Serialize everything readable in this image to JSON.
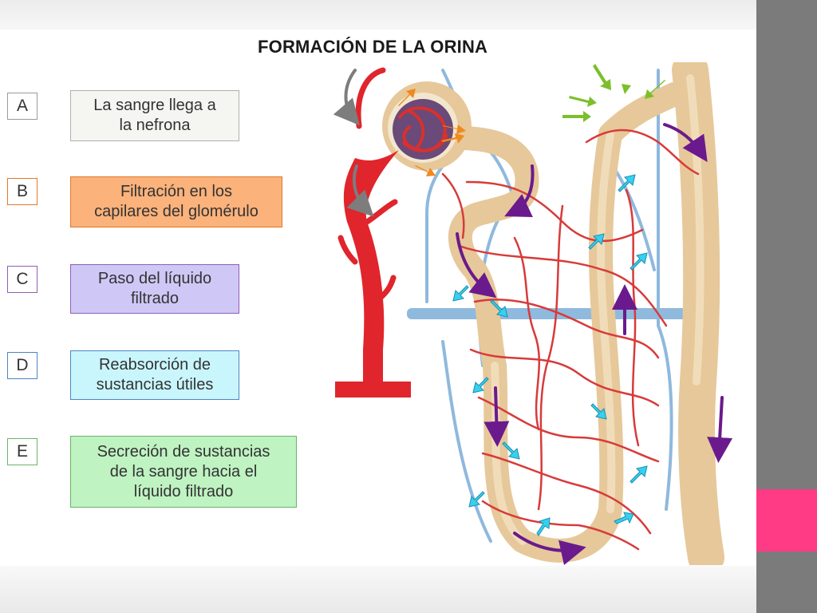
{
  "title": "FORMACIÓN DE LA ORINA",
  "steps": [
    {
      "letter": "A",
      "text": "La sangre llega a\nla nefrona",
      "fill": "#f5f5f1",
      "border": "#b0b0b0"
    },
    {
      "letter": "B",
      "text": "Filtración en los\ncapilares del glomérulo",
      "fill": "#fbb27b",
      "border": "#e07a2c"
    },
    {
      "letter": "C",
      "text": "Paso del líquido\nfiltrado",
      "fill": "#cfc8f6",
      "border": "#8e5fb5"
    },
    {
      "letter": "D",
      "text": "Reabsorción de\nsustancias útiles",
      "fill": "#c9f6fc",
      "border": "#4d84c4"
    },
    {
      "letter": "E",
      "text": "Secreción de sustancias\nde la sangre hacia el\nlíquido filtrado",
      "fill": "#bff3c2",
      "border": "#6bb36b"
    }
  ],
  "colors": {
    "artery": "#e0252c",
    "capillary": "#d83a3a",
    "vein": "#8fb9dd",
    "tubule": "#e6c89a",
    "arrow_blood_in": "#7d7d7d",
    "arrow_filtration": "#f08a1e",
    "arrow_flow": "#6a1a8c",
    "arrow_reabsorption": "#37d0ee",
    "arrow_secretion": "#7cbf2a",
    "accent_block": "#ff3b86",
    "right_bar": "#7b7b7b"
  }
}
